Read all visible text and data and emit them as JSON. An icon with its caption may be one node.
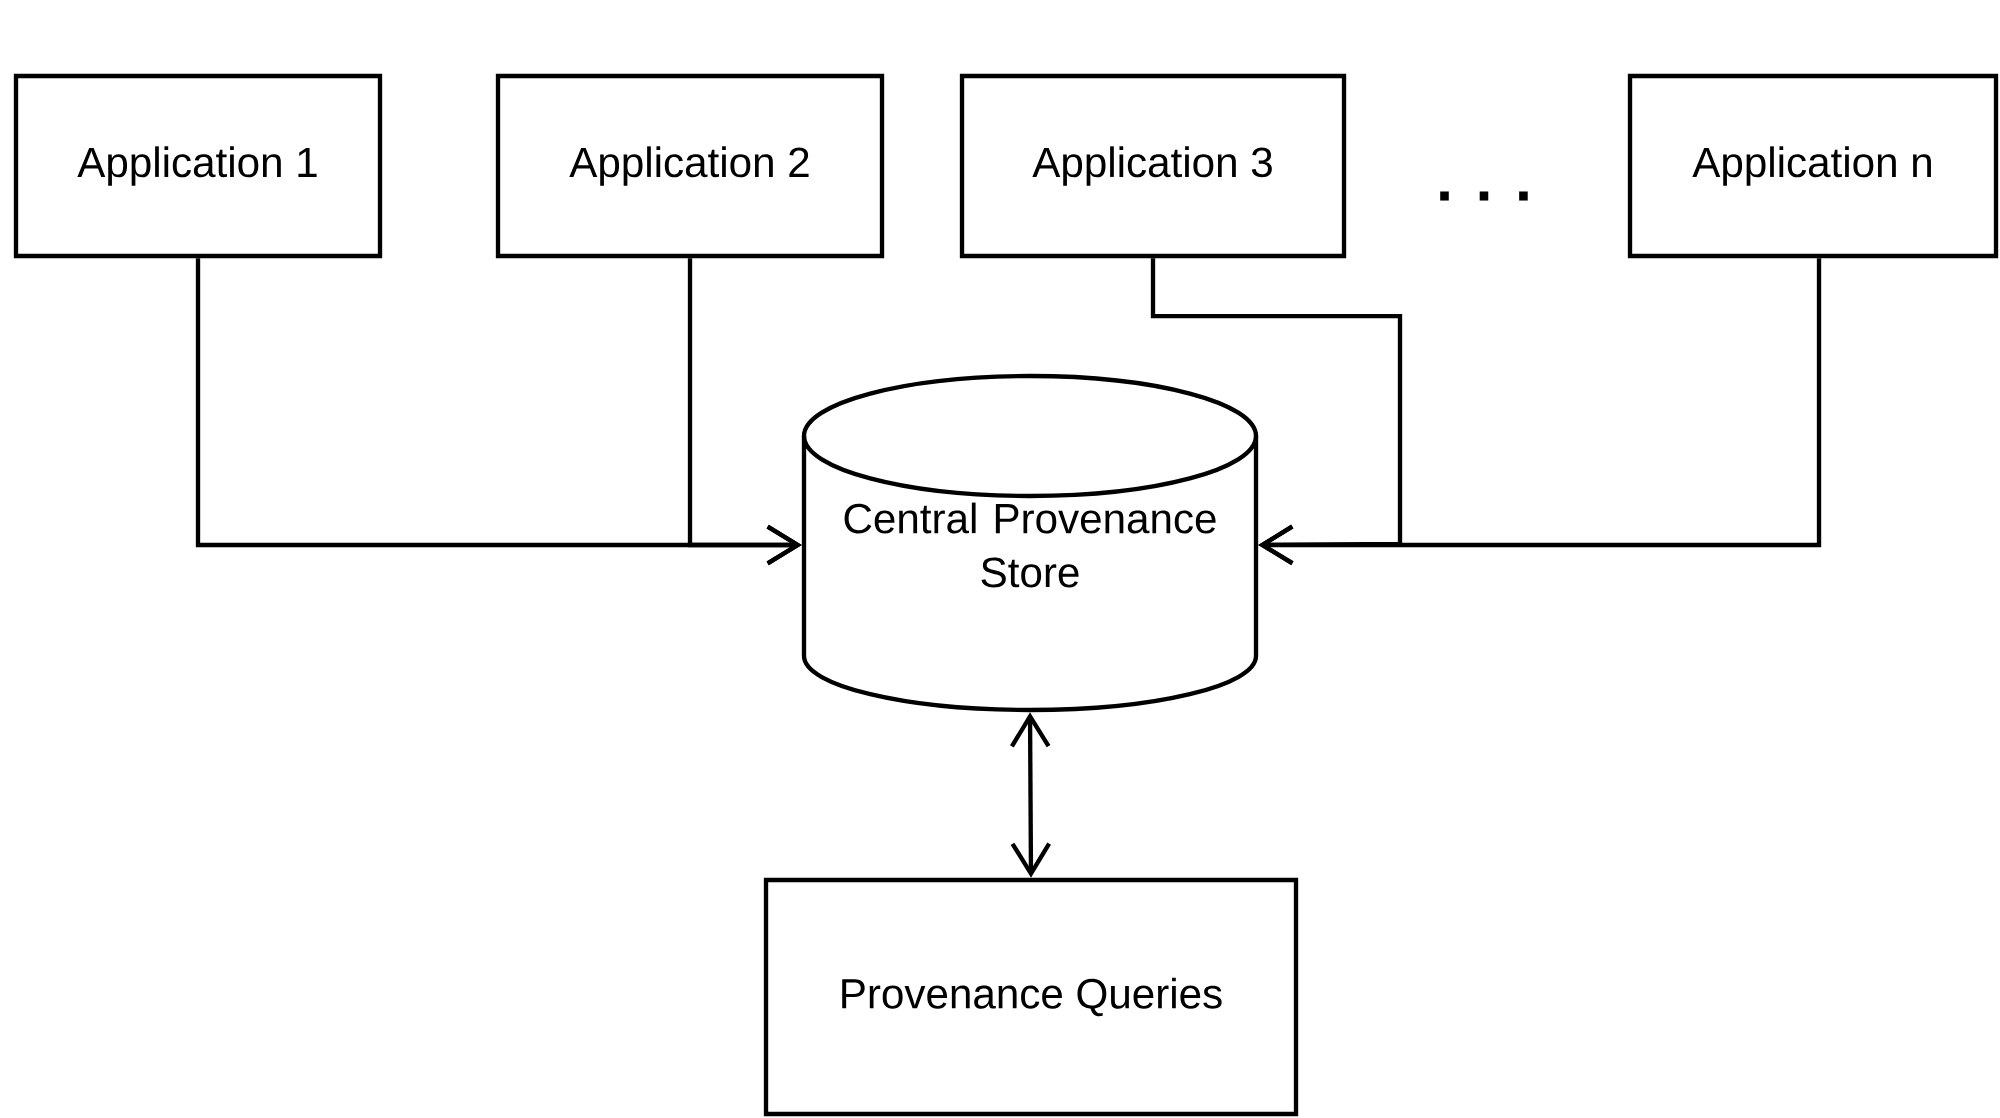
{
  "diagram": {
    "nodes": [
      {
        "text": [
          "Application 1"
        ]
      },
      {
        "text": [
          "Application 2"
        ]
      },
      {
        "text": [
          "Application 3"
        ]
      },
      {
        "text": [
          "Application n"
        ]
      },
      {
        "text": [
          "Central Provenance Store"
        ]
      },
      {
        "text": [
          "Provenance Queries"
        ]
      }
    ],
    "edges": [
      {
        "from": 0,
        "to": 4,
        "arrow": "to"
      },
      {
        "from": 1,
        "to": 4,
        "arrow": "to"
      },
      {
        "from": 2,
        "to": 4,
        "arrow": "to"
      },
      {
        "from": 3,
        "to": 4,
        "arrow": "to"
      },
      {
        "from": 4,
        "to": 5,
        "arrow": "both"
      }
    ],
    "labels": [
      ". . ."
    ]
  }
}
